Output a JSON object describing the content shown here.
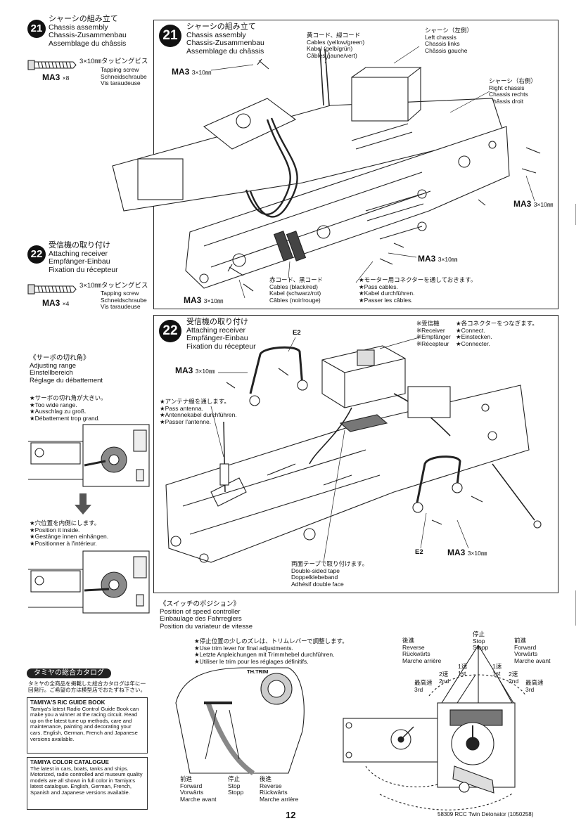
{
  "step21_left": {
    "num": "21",
    "title_jp": "シャーシの組み立て",
    "title_en": "Chassis assembly",
    "title_de": "Chassis-Zusammenbau",
    "title_fr": "Assemblage du châssis",
    "screw_jp": "3×10㎜タッピングビス",
    "screw_en": "Tapping screw",
    "screw_de": "Schneidschraube",
    "screw_fr": "Vis taraudeuse",
    "part_code": "MA3",
    "part_qty": "×8"
  },
  "step22_left": {
    "num": "22",
    "title_jp": "受信機の取り付け",
    "title_en": "Attaching receiver",
    "title_de": "Empfänger-Einbau",
    "title_fr": "Fixation du récepteur",
    "screw_jp": "3×10㎜タッピングビス",
    "screw_en": "Tapping screw",
    "screw_de": "Schneidschraube",
    "screw_fr": "Vis taraudeuse",
    "part_code": "MA3",
    "part_qty": "×4"
  },
  "panel21": {
    "num": "21",
    "title_jp": "シャーシの組み立て",
    "title_en": "Chassis assembly",
    "title_de": "Chassis-Zusammenbau",
    "title_fr": "Assemblage du châssis",
    "ma3_label": "MA3",
    "ma3_size": "3×10㎜",
    "cables_yg_jp": "黄コード、緑コード",
    "cables_yg_en": "Cables (yellow/green)",
    "cables_yg_de": "Kabel (gelb/grün)",
    "cables_yg_fr": "Câbles (jaune/vert)",
    "left_chassis_jp": "シャーシ（左側）",
    "left_chassis_en": "Left chassis",
    "left_chassis_de": "Chassis links",
    "left_chassis_fr": "Châssis gauche",
    "right_chassis_jp": "シャーシ（右側）",
    "right_chassis_en": "Right chassis",
    "right_chassis_de": "Chassis rechts",
    "right_chassis_fr": "Châssis droit",
    "cables_br_jp": "赤コード、黒コード",
    "cables_br_en": "Cables (black/red)",
    "cables_br_de": "Kabel (schwarz/rot)",
    "cables_br_fr": "Câbles (noir/rouge)",
    "pass_jp": "★モーター用コネクターを通しておきます。",
    "pass_en": "★Pass cables.",
    "pass_de": "★Kabel durchführen.",
    "pass_fr": "★Passer les câbles."
  },
  "panel22": {
    "num": "22",
    "title_jp": "受信機の取り付け",
    "title_en": "Attaching receiver",
    "title_de": "Empfänger-Einbau",
    "title_fr": "Fixation du récepteur",
    "e2": "E2",
    "ma3_label": "MA3",
    "ma3_size": "3×10㎜",
    "receiver_jp": "※受信機",
    "receiver_en": "※Receiver",
    "receiver_de": "※Empfänger",
    "receiver_fr": "※Récepteur",
    "connect_jp": "★各コネクターをつなぎます。",
    "connect_en": "★Connect.",
    "connect_de": "★Einstecken.",
    "connect_fr": "★Connecter.",
    "antenna_jp": "★アンテナ線を通します。",
    "antenna_en": "★Pass antenna.",
    "antenna_de": "★Antennekabel durchführen.",
    "antenna_fr": "★Passer l'antenne.",
    "tape_jp": "両面テープで取り付けます。",
    "tape_en": "Double-sided tape",
    "tape_de": "Doppelklebeband",
    "tape_fr": "Adhésif double face"
  },
  "adjust": {
    "title_jp": "《サーボの切れ角》",
    "title_en": "Adjusting range",
    "title_de": "Einstellbereich",
    "title_fr": "Réglage du débattement",
    "wide_jp": "★サーボの切れ角が大きい。",
    "wide_en": "★Too wide range.",
    "wide_de": "★Ausschlag zu groß.",
    "wide_fr": "★Débattement trop grand.",
    "inside_jp": "★穴位置を内側にします。",
    "inside_en": "★Position it inside.",
    "inside_de": "★Gestänge innen einhängen.",
    "inside_fr": "★Positionner à l'intérieur."
  },
  "speed": {
    "title_jp": "《スイッチのポジション》",
    "title_en": "Position of speed controller",
    "title_de": "Einbaulage des Fahrreglers",
    "title_fr": "Position du variateur de vitesse",
    "trim_jp": "★停止位置の少しのズレは、トリムレバーで調整します。",
    "trim_en": "★Use trim lever for final adjustments.",
    "trim_de": "★Letzte Anpleichungen mit Trimmhebel durchführen.",
    "trim_fr": "★Utiliser le trim pour les réglages définitifs.",
    "tx_label": "TH.TRIM",
    "fwd_jp": "前進",
    "fwd_en": "Forward",
    "fwd_de": "Vorwärts",
    "fwd_fr": "Marche avant",
    "stop_jp": "停止",
    "stop_en": "Stop",
    "stop_de": "Stopp",
    "rev_jp": "後進",
    "rev_en": "Reverse",
    "rev_de": "Rückwärts",
    "rev_fr": "Marche arrière",
    "d_rev_jp": "後進",
    "d_rev_en": "Reverse",
    "d_rev_de": "Rückwärts",
    "d_rev_fr": "Marche arrière",
    "d_stop_jp": "停止",
    "d_stop_en": "Stop",
    "d_stop_de": "Stopp",
    "d_fwd_jp": "前進",
    "d_fwd_en": "Forward",
    "d_fwd_de": "Vorwärts",
    "d_fwd_fr": "Marche avant",
    "s1_jp": "1速",
    "s1_en": "1st",
    "s2_jp": "2速",
    "s2_en": "2nd",
    "s3_jp": "最高速",
    "s3_en": "3rd"
  },
  "catalog": {
    "header_jp": "タミヤの総合カタログ",
    "intro_jp": "タミヤの全商品を掲載した総合カタログは年に一回発行。ご希望の方は模型店でおたずね下さい。",
    "guide_title": "TAMIYA'S R/C GUIDE BOOK",
    "guide_text": "Tamiya's latest Radio Control Guide Book can make you a winner at the racing circuit. Read up on the latest tune up methods, care and maintenance, painting and decorating your cars. English, German, French and Japanese versions available.",
    "color_title": "TAMIYA COLOR CATALOGUE",
    "color_text": "The latest in cars, boats, tanks and ships. Motorized, radio controlled and museum quality models are all shown in full color in Tamiya's latest catalogue. English, German, French, Spanish and Japanese versions available."
  },
  "footer": {
    "page": "12",
    "code": "58309 RCC Twin Detonator (1050258)"
  }
}
